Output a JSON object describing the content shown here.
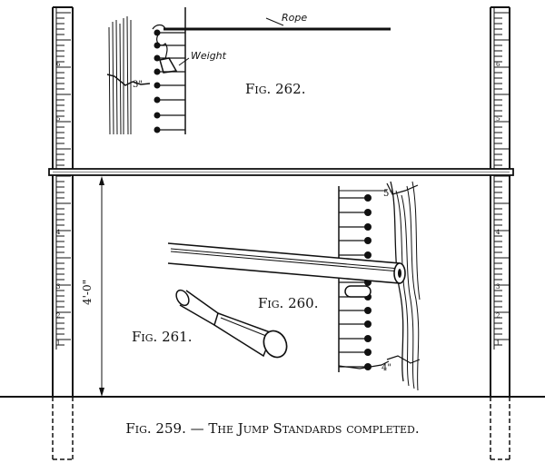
{
  "labels": {
    "rope": "Rope",
    "weight": "Weight",
    "fig262": "Fig. 262.",
    "fig260": "Fig. 260.",
    "fig261": "Fig. 261.",
    "caption": "Fig. 259. — The Jump Standards completed.",
    "height_4ft": "4'-0\"",
    "mark_3in": "3\"",
    "mark_5in": "5\"",
    "mark_4in": "4\""
  },
  "scale_numbers": [
    "6",
    "5",
    "4",
    "3",
    "2",
    "1"
  ]
}
